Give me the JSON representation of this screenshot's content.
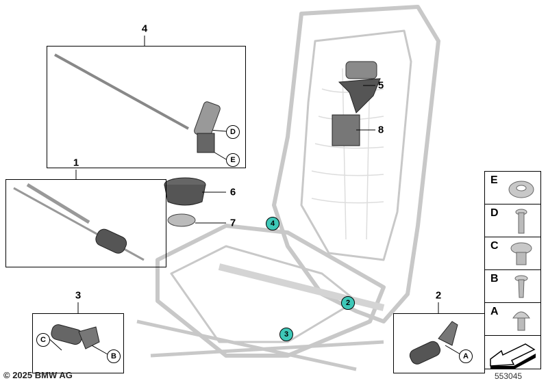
{
  "callouts": {
    "p1": "1",
    "p2": "2",
    "p3": "3",
    "p4": "4",
    "p5": "5",
    "p6": "6",
    "p7": "7",
    "p8": "8"
  },
  "hotspots": [
    {
      "label": "4"
    },
    {
      "label": "2"
    },
    {
      "label": "3"
    }
  ],
  "hotspot_color": "#3ec8b8",
  "refs": {
    "box4_d": "D",
    "box4_e": "E",
    "box3_c": "C",
    "box3_b": "B",
    "box2_a": "A"
  },
  "fasteners": [
    {
      "label": "E",
      "icon": "washer-icon"
    },
    {
      "label": "D",
      "icon": "bolt-long-icon"
    },
    {
      "label": "C",
      "icon": "flange-screw-icon"
    },
    {
      "label": "B",
      "icon": "tapping-screw-icon"
    },
    {
      "label": "A",
      "icon": "pan-head-screw-icon"
    }
  ],
  "copyright": "© 2025 BMW AG",
  "diagram_id": "553045"
}
